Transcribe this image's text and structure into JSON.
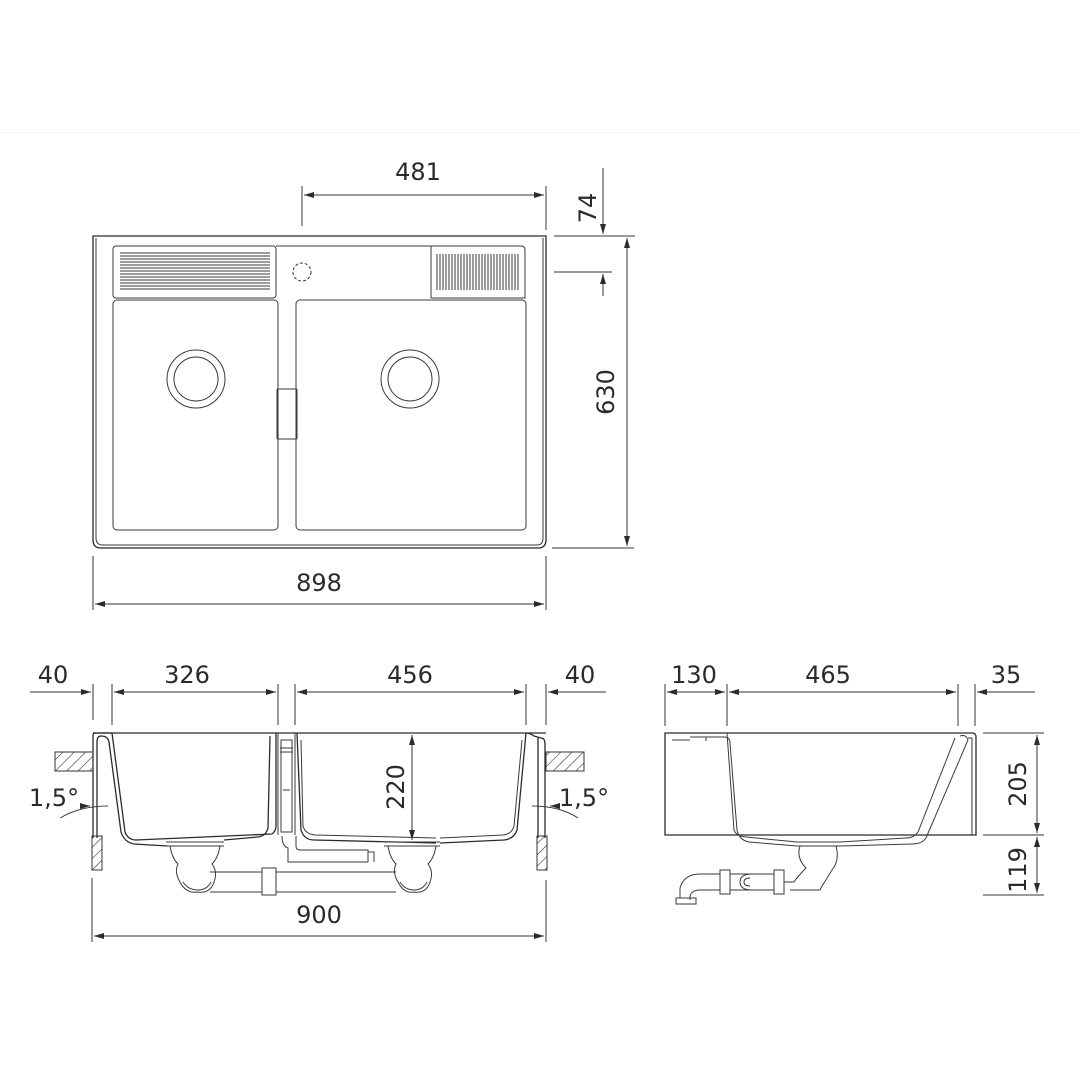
{
  "diagram": {
    "title": "Double bowl sink technical drawing",
    "colors": {
      "line": "#2b2b2b",
      "text": "#2a2a2a",
      "background": "#ffffff"
    },
    "top_view": {
      "dimensions": {
        "overall_width": "898",
        "overall_depth": "630",
        "tap_to_edge": "481",
        "tap_offset": "74"
      },
      "features": [
        "left-bowl",
        "right-bowl",
        "left-drain",
        "right-drain",
        "tap-hole",
        "left-grooved-drainer",
        "right-grooved-drainer",
        "overflow"
      ]
    },
    "front_view": {
      "dimensions": {
        "left_rim": "40",
        "left_bowl_width": "326",
        "right_bowl_width": "456",
        "right_rim": "40",
        "bowl_depth": "220",
        "overall_width": "900",
        "left_angle": "1,5°",
        "right_angle": "1,5°"
      }
    },
    "side_view": {
      "dimensions": {
        "back_ledge": "130",
        "bowl_length": "465",
        "front_rim": "35",
        "bowl_depth": "205",
        "drain_height": "119"
      }
    }
  }
}
